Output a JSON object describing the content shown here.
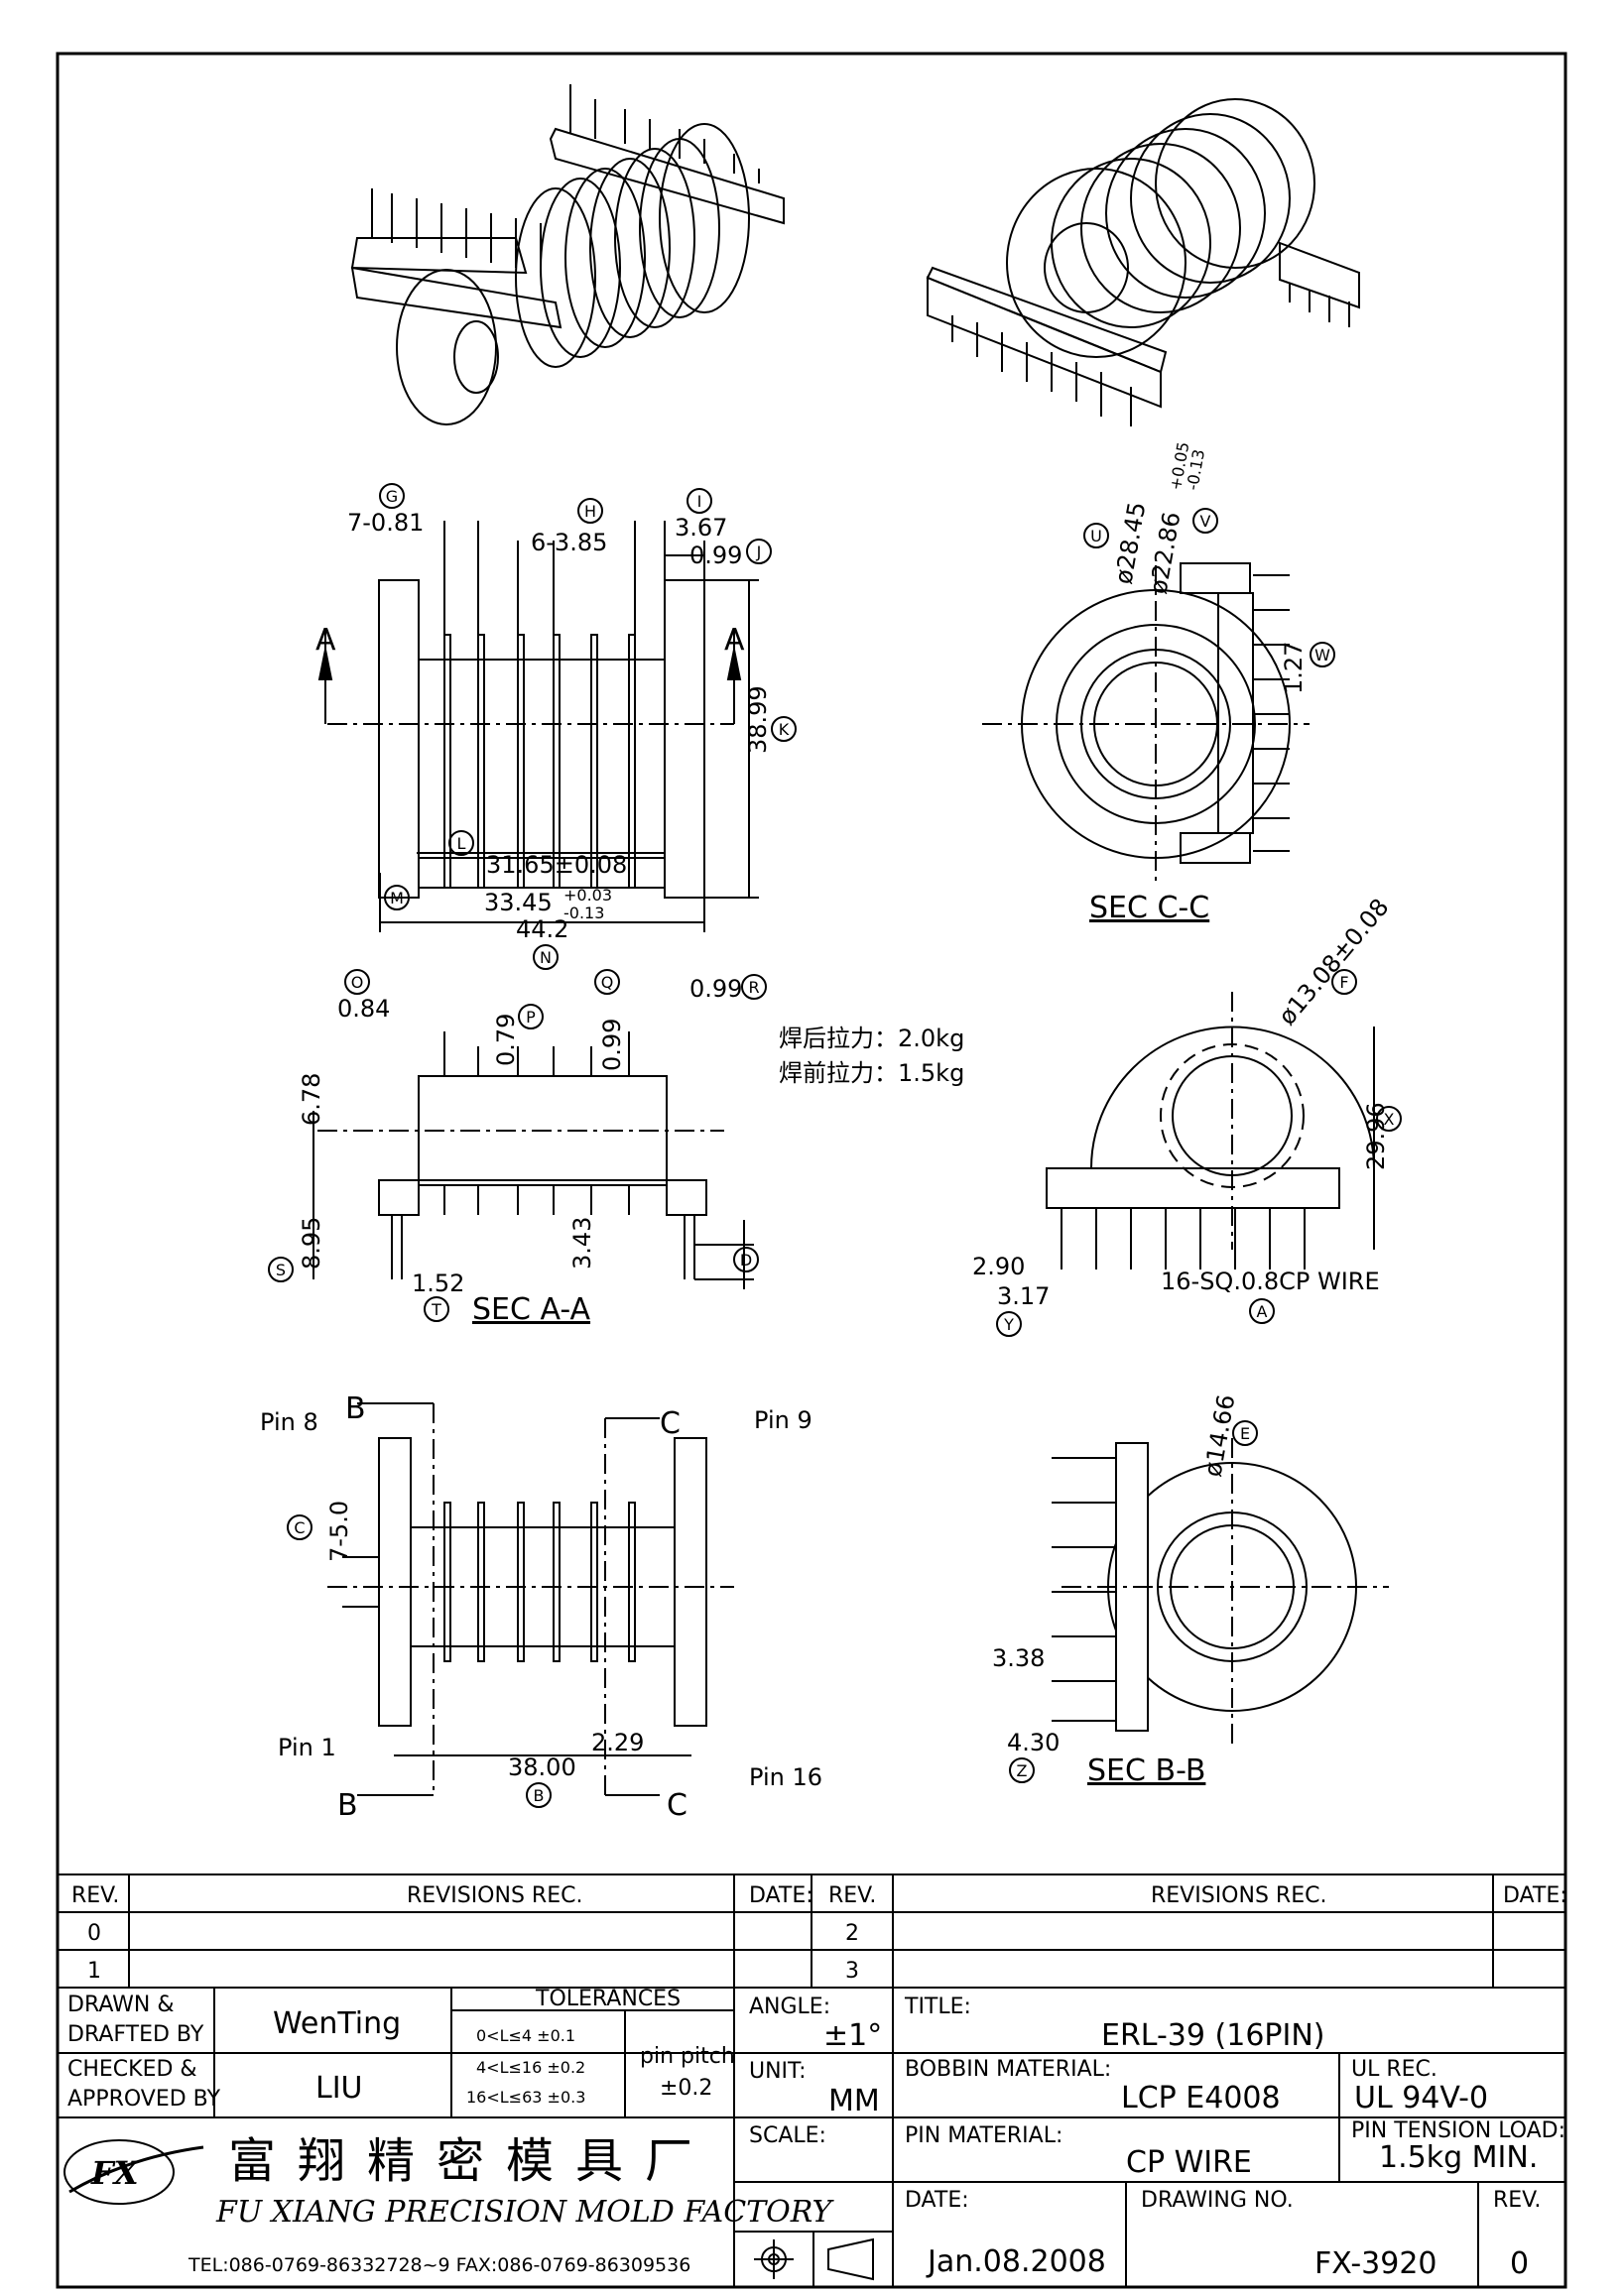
{
  "dimensions": {
    "g": "7-0.81",
    "h": "6-3.85",
    "i": "3.67",
    "j": "0.99",
    "k": "38.99",
    "l": "31.65±0.08",
    "m_base": "33.45",
    "m_tol_upper": "+0.03",
    "m_tol_lower": "-0.13",
    "n": "44.2",
    "u": "ø28.45",
    "v_base": "ø22.86",
    "v_tol_upper": "+0.05",
    "v_tol_lower": "-0.13",
    "w": "1.27",
    "o": "0.84",
    "p": "0.79",
    "q": "0.99",
    "r": "0.99",
    "s": "8.95",
    "t": "1.52",
    "a_a_height": "6.78",
    "a_a_depth": "3.43",
    "f": "ø13.08±0.08",
    "x": "29.96",
    "pin_spacing": "2.90",
    "y": "3.17",
    "wire": "16-SQ.0.8CP WIRE",
    "c": "7-5.0",
    "b": "38.00",
    "b_gap": "2.29",
    "e": "ø14.66",
    "z_upper": "3.38",
    "z": "4.30"
  },
  "circle_letters": [
    "G",
    "H",
    "I",
    "J",
    "K",
    "L",
    "M",
    "N",
    "U",
    "V",
    "W",
    "O",
    "P",
    "Q",
    "R",
    "S",
    "T",
    "D",
    "F",
    "X",
    "Y",
    "A",
    "C",
    "B",
    "E",
    "Z"
  ],
  "section_labels": {
    "sec_cc": "SEC C-C",
    "sec_aa": "SEC A-A",
    "sec_bb": "SEC B-B",
    "arrow_a": "A",
    "arrow_b": "B",
    "arrow_c": "C"
  },
  "pin_labels": {
    "pin8": "Pin 8",
    "pin9": "Pin 9",
    "pin1": "Pin 1",
    "pin16": "Pin 16"
  },
  "notes": {
    "pull_after": "焊后拉力：2.0kg",
    "pull_before": "焊前拉力：1.5kg"
  },
  "revisions": {
    "headers": [
      "REV.",
      "REVISIONS   REC.",
      "DATE:",
      "REV.",
      "REVISIONS   REC.",
      "DATE:"
    ],
    "rev_left": [
      "0",
      "1"
    ],
    "rev_right": [
      "2",
      "3"
    ]
  },
  "title_block": {
    "drawn_label_1": "DRAWN &",
    "drawn_label_2": "DRAFTED BY",
    "drawn_by": "WenTing",
    "checked_label_1": "CHECKED &",
    "checked_label_2": "APPROVED BY",
    "checked_by": "LIU",
    "tolerances_label": "TOLERANCES",
    "tol_1": "0<L≤4   ±0.1",
    "tol_2": "4<L≤16  ±0.2",
    "tol_3": "16<L≤63  ±0.3",
    "pin_pitch_label": "pin pitch",
    "pin_pitch_value": "±0.2",
    "angle_label": "ANGLE:",
    "angle_value": "±1°",
    "unit_label": "UNIT:",
    "unit_value": "MM",
    "scale_label": "SCALE:",
    "title_label": "TITLE:",
    "title_value": "ERL-39 (16PIN)",
    "bobbin_label": "BOBBIN MATERIAL:",
    "bobbin_value": "LCP E4008",
    "ul_label": "UL REC.",
    "ul_value": "UL 94V-0",
    "pin_material_label": "PIN MATERIAL:",
    "pin_material_value": "CP WIRE",
    "pin_tension_label": "PIN TENSION LOAD:",
    "pin_tension_value": "1.5kg  MIN.",
    "date_label": "DATE:",
    "date_value": "Jan.08.2008",
    "drawing_no_label": "DRAWING NO.",
    "drawing_no_value": "FX-3920",
    "rev_label": "REV.",
    "rev_value": "0",
    "company_cn": "富翔精密模具厂",
    "company_en": "FU XIANG PRECISION MOLD FACTORY",
    "contact": "TEL:086-0769-86332728~9  FAX:086-0769-86309536",
    "logo_text": "FX"
  }
}
